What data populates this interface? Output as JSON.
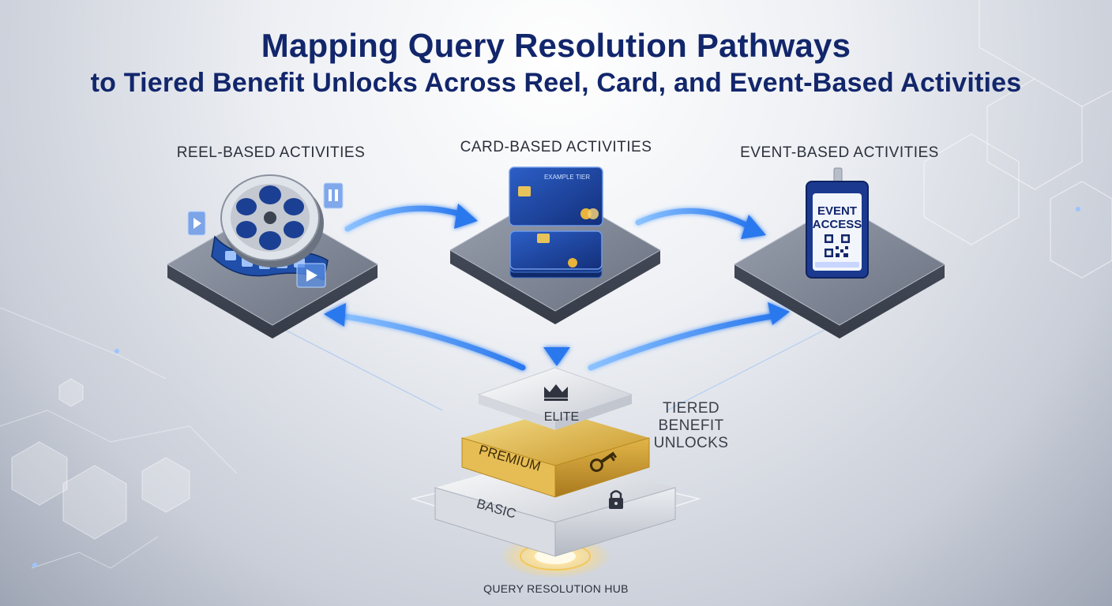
{
  "title": {
    "line1": "Mapping Query Resolution Pathways",
    "line2": "to Tiered Benefit Unlocks Across Reel, Card, and Event-Based Activities"
  },
  "activities": {
    "reel": {
      "label": "REEL-BASED ACTIVITIES"
    },
    "card": {
      "label": "CARD-BASED ACTIVITIES",
      "card_text": "EXAMPLE TIER"
    },
    "event": {
      "label": "EVENT-BASED ACTIVITIES",
      "badge_line1": "EVENT",
      "badge_line2": "ACCESS"
    }
  },
  "tiers": {
    "group_label_line1": "TIERED BENEFIT",
    "group_label_line2": "UNLOCKS",
    "elite": "ELITE",
    "premium": "PREMIUM",
    "basic": "BASIC"
  },
  "hub": {
    "label": "QUERY RESOLUTION HUB"
  },
  "colors": {
    "title": "#12266b",
    "arrow": "#2f7ff0",
    "gold": "#d9a93a",
    "platform": "#6b7282"
  },
  "icons": [
    "film-reel-icon",
    "credit-card-icon",
    "event-badge-icon",
    "qr-code-icon",
    "crown-icon",
    "key-icon",
    "lock-icon"
  ]
}
